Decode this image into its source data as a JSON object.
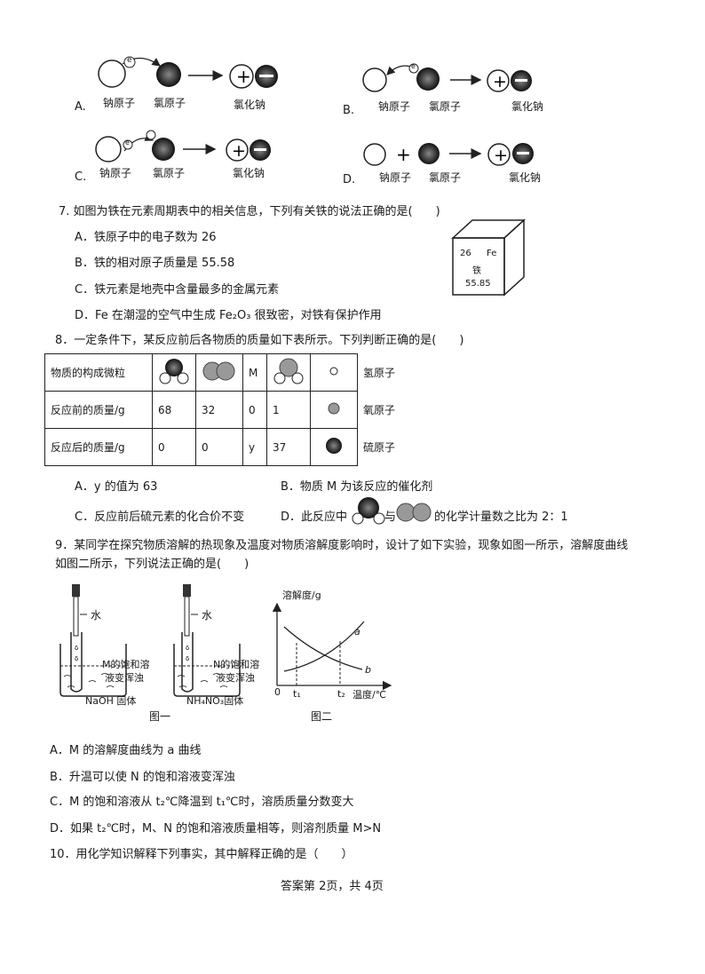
{
  "q6": {
    "optA": {
      "letter": "A.",
      "na": "钠原子",
      "cl": "氯原子",
      "product": "氯化钠",
      "electron": "e"
    },
    "optB": {
      "letter": "B.",
      "na": "钠原子",
      "cl": "氯原子",
      "product": "氯化钠",
      "electron": "e"
    },
    "optC": {
      "letter": "C.",
      "na": "钠原子",
      "cl": "氯原子",
      "product": "氯化钠",
      "electron": "e"
    },
    "optD": {
      "letter": "D.",
      "na": "钠原子",
      "cl": "氯原子",
      "product": "氯化钠"
    }
  },
  "q7": {
    "stem": "7. 如图为铁在元素周期表中的相关信息，下列有关铁的说法正确的是(　　)",
    "options": [
      "A．铁原子中的电子数为 26",
      "B．铁的相对原子质量是 55.58",
      "C．铁元素是地壳中含量最多的金属元素",
      "D．Fe 在潮湿的空气中生成 Fe₂O₃ 很致密，对铁有保护作用"
    ],
    "cell": {
      "number": "26",
      "symbol": "Fe",
      "name": "铁",
      "mass": "55.85"
    }
  },
  "q8": {
    "stem": "8．一定条件下，某反应前后各物质的质量如下表所示。下列判断正确的是(　　)",
    "row_labels": [
      "物质的构成微粒",
      "反应前的质量/g",
      "反应后的质量/g"
    ],
    "m_label": "M",
    "before": [
      "68",
      "32",
      "0",
      "1"
    ],
    "after": [
      "0",
      "0",
      "y",
      "37"
    ],
    "legend": [
      "氢原子",
      "氧原子",
      "硫原子"
    ],
    "options": {
      "a": "A．y 的值为 63",
      "b": "B．物质 M 为该反应的催化剂",
      "c": "C．反应前后硫元素的化合价不变",
      "d_pre": "D．此反应中",
      "d_mid": "与",
      "d_post": "的化学计量数之比为 2：1"
    }
  },
  "q9": {
    "stem1": "9．某同学在探究物质溶解的热现象及温度对物质溶解度影响时，设计了如下实验，现象如图一所示，溶解度曲线",
    "stem2": "如图二所示，下列说法正确的是(　　)",
    "fig1": {
      "water": "水",
      "m_text1": "M的饱和溶",
      "m_text2": "液变浑浊",
      "n_text1": "N的饱和溶",
      "n_text2": "液变浑浊",
      "solid1": "NaOH 固体",
      "solid2": "NH₄NO₃固体",
      "caption": "图一"
    },
    "fig2": {
      "ylabel": "溶解度/g",
      "xlabel": "温度/℃",
      "origin": "0",
      "t1": "t₁",
      "t2": "t₂",
      "curve_a": "a",
      "curve_b": "b",
      "caption": "图二"
    },
    "options": [
      "A．M 的溶解度曲线为 a 曲线",
      "B．升温可以使 N 的饱和溶液变浑浊",
      "C．M 的饱和溶液从 t₂℃降温到 t₁℃时，溶质质量分数变大",
      "D．如果 t₂℃时，M、N 的饱和溶液质量相等，则溶剂质量 M>N"
    ]
  },
  "q10": {
    "stem": "10．用化学知识解释下列事实，其中解释正确的是（　　）"
  },
  "footer": "答案第 2页，共 4页"
}
